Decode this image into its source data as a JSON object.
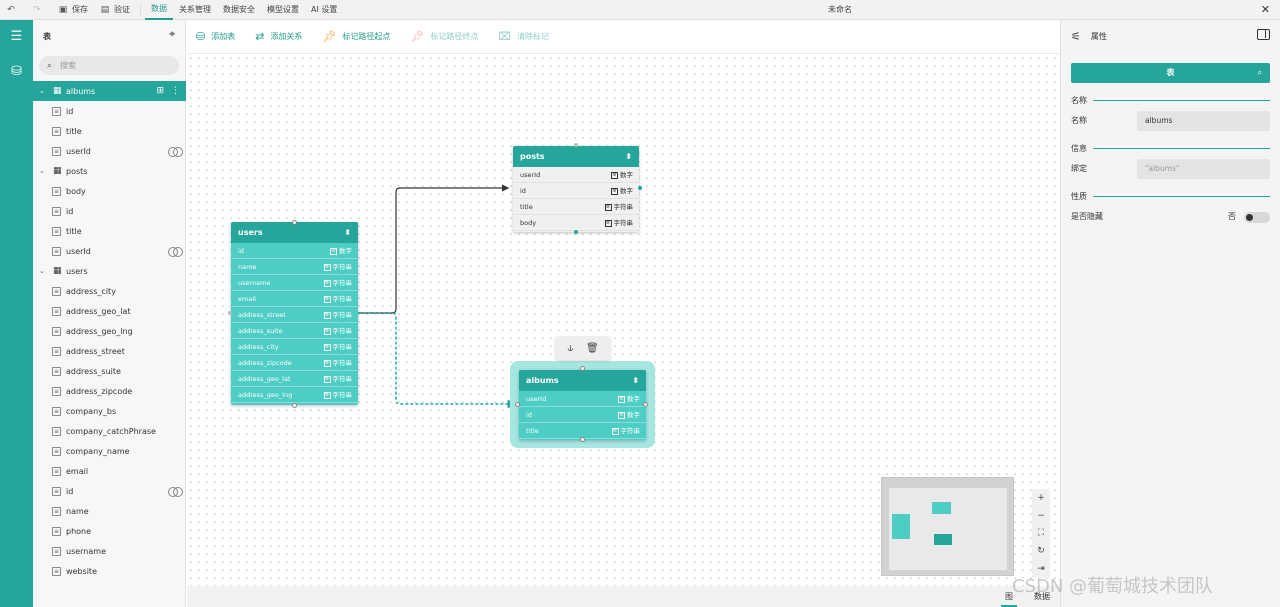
{
  "toolbar": {
    "save": "保存",
    "verify": "验证",
    "tabs": [
      "数据",
      "关系管理",
      "数据安全",
      "模型设置",
      "AI 设置"
    ],
    "window_title": "未命名"
  },
  "leftpanel": {
    "title": "表",
    "search_placeholder": "搜索",
    "tree": [
      {
        "type": "table",
        "label": "albums",
        "selected": true
      },
      {
        "type": "field",
        "label": "id"
      },
      {
        "type": "field",
        "label": "title"
      },
      {
        "type": "field",
        "label": "userId",
        "relation": true
      },
      {
        "type": "table",
        "label": "posts"
      },
      {
        "type": "field",
        "label": "body"
      },
      {
        "type": "field",
        "label": "id"
      },
      {
        "type": "field",
        "label": "title"
      },
      {
        "type": "field",
        "label": "userId",
        "relation": true
      },
      {
        "type": "table",
        "label": "users"
      },
      {
        "type": "field",
        "label": "address_city"
      },
      {
        "type": "field",
        "label": "address_geo_lat"
      },
      {
        "type": "field",
        "label": "address_geo_lng"
      },
      {
        "type": "field",
        "label": "address_street"
      },
      {
        "type": "field",
        "label": "address_suite"
      },
      {
        "type": "field",
        "label": "address_zipcode"
      },
      {
        "type": "field",
        "label": "company_bs"
      },
      {
        "type": "field",
        "label": "company_catchPhrase"
      },
      {
        "type": "field",
        "label": "company_name"
      },
      {
        "type": "field",
        "label": "email"
      },
      {
        "type": "field",
        "label": "id",
        "relation": true
      },
      {
        "type": "field",
        "label": "name"
      },
      {
        "type": "field",
        "label": "phone"
      },
      {
        "type": "field",
        "label": "username"
      },
      {
        "type": "field",
        "label": "website"
      }
    ]
  },
  "actions": {
    "add_table": "添加表",
    "add_relation": "添加关系",
    "mark_start": "标记路径起点",
    "mark_end": "标记路径终点",
    "clear_mark": "清除标记"
  },
  "entities": {
    "users": {
      "name": "users",
      "fields": [
        {
          "name": "id",
          "type": "数字"
        },
        {
          "name": "name",
          "type": "字符串"
        },
        {
          "name": "username",
          "type": "字符串"
        },
        {
          "name": "email",
          "type": "字符串"
        },
        {
          "name": "address_street",
          "type": "字符串"
        },
        {
          "name": "address_suite",
          "type": "字符串"
        },
        {
          "name": "address_city",
          "type": "字符串"
        },
        {
          "name": "address_zipcode",
          "type": "字符串"
        },
        {
          "name": "address_geo_lat",
          "type": "字符串"
        },
        {
          "name": "address_geo_lng",
          "type": "字符串"
        }
      ]
    },
    "posts": {
      "name": "posts",
      "fields": [
        {
          "name": "userId",
          "type": "数字"
        },
        {
          "name": "id",
          "type": "数字"
        },
        {
          "name": "title",
          "type": "字符串"
        },
        {
          "name": "body",
          "type": "字符串"
        }
      ]
    },
    "albums": {
      "name": "albums",
      "fields": [
        {
          "name": "userId",
          "type": "数字"
        },
        {
          "name": "id",
          "type": "数字"
        },
        {
          "name": "title",
          "type": "字符串"
        }
      ]
    }
  },
  "bottom_tabs": [
    "图",
    "数据"
  ],
  "properties": {
    "title": "属性",
    "tab": "表",
    "sections": {
      "name": "名称",
      "info": "信息",
      "nature": "性质"
    },
    "name_label": "名称",
    "name_value": "albums",
    "bind_label": "绑定",
    "bind_value": "\"albums\"",
    "hidden_label": "是否隐藏",
    "hidden_value": "否"
  },
  "watermark": "CSDN @葡萄城技术团队",
  "colors": {
    "accent": "#26a69a",
    "entity_body": "#4ecdc4",
    "selection_halo": "#a6e6e0"
  }
}
